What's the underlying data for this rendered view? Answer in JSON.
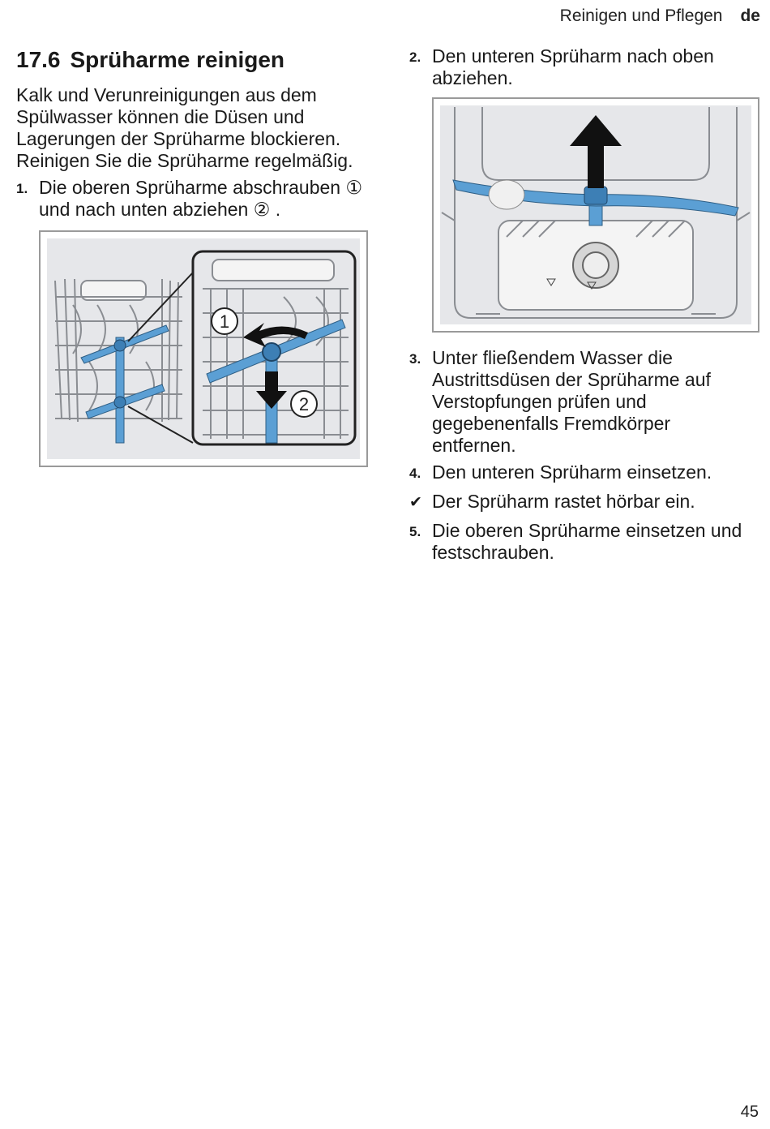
{
  "header": {
    "section": "Reinigen und Pflegen",
    "lang": "de"
  },
  "page_number": "45",
  "title": {
    "number": "17.6",
    "text": "Sprüharme reinigen"
  },
  "intro": "Kalk und Verunreinigungen aus dem Spülwasser können die Düsen und Lagerungen der Sprüharme blockieren. Reinigen Sie die Sprüharme regelmäßig.",
  "steps": [
    {
      "mark": "1.",
      "text": "Die oberen Sprüharme abschrauben ① und nach unten abziehen ② ."
    },
    {
      "mark": "2.",
      "text": "Den unteren Sprüharm nach oben abziehen."
    },
    {
      "mark": "3.",
      "text": "Unter fließendem Wasser die Austrittsdüsen der Sprüharme auf Verstopfungen prüfen und gegebenenfalls Fremdkörper entfernen."
    },
    {
      "mark": "4.",
      "text": "Den unteren Sprüharm einsetzen."
    },
    {
      "mark": "✔",
      "text": "Der Sprüharm rastet hörbar ein."
    },
    {
      "mark": "5.",
      "text": "Die oberen Sprüharme einsetzen und festschrauben."
    }
  ],
  "figure1": {
    "callout_1": "1",
    "callout_2": "2"
  },
  "colors": {
    "spray_arm": "#5b9fd4",
    "figure_bg": "#e6e7ea",
    "border": "#9a9a9a",
    "arrow": "#111111"
  }
}
